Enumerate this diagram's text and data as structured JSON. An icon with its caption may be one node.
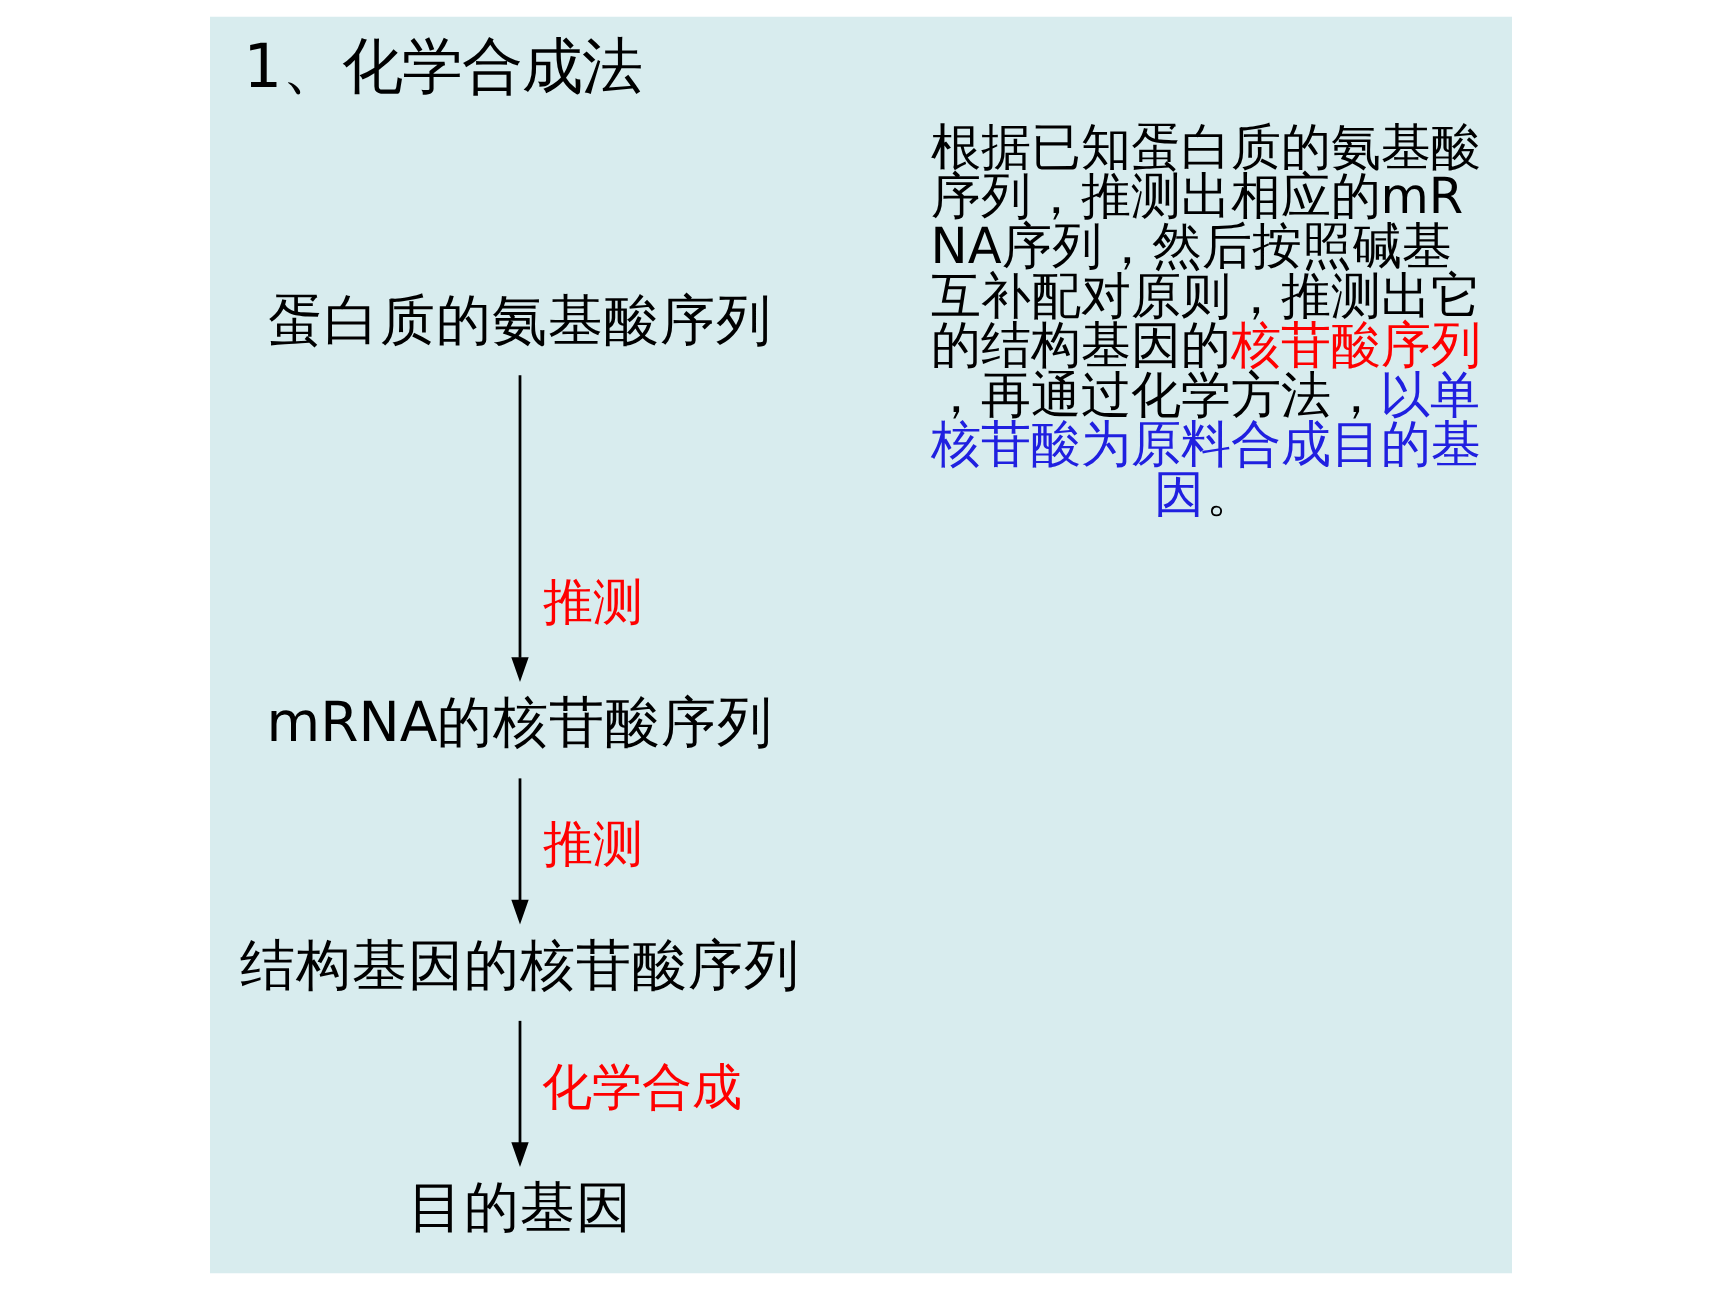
{
  "diagram": {
    "title": "1、化学合成法",
    "nodes": [
      {
        "text": [
          "蛋白质的氨基酸序列"
        ]
      },
      {
        "text": [
          "mRNA的核苷酸序列"
        ]
      },
      {
        "text": [
          "结构基因的核苷酸序列"
        ]
      },
      {
        "text": [
          "目的基因"
        ]
      }
    ],
    "edges": [
      {
        "from": 0,
        "to": 1,
        "arrow": "to",
        "label": "推测"
      },
      {
        "from": 1,
        "to": 2,
        "arrow": "to",
        "label": "推测"
      },
      {
        "from": 2,
        "to": 3,
        "arrow": "to",
        "label": "化学合成"
      }
    ],
    "labels": [
      "根据已知蛋白质的氨基酸序列，推测出相应的mRNA序列，然后按照碱基互补配对原则，推测出它的结构基因的",
      "核苷酸序列",
      "，再通过化学方法，",
      "以单核苷酸为原料合成目的基因",
      "。"
    ]
  }
}
